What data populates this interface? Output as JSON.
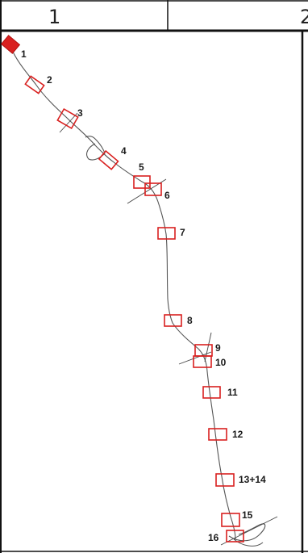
{
  "header": {
    "columns": [
      "1",
      "2"
    ]
  },
  "route": {
    "stops": [
      {
        "id": 1,
        "label": "1",
        "filled": true
      },
      {
        "id": 2,
        "label": "2"
      },
      {
        "id": 3,
        "label": "3"
      },
      {
        "id": 4,
        "label": "4"
      },
      {
        "id": 5,
        "label": "5"
      },
      {
        "id": 6,
        "label": "6"
      },
      {
        "id": 7,
        "label": "7"
      },
      {
        "id": 8,
        "label": "8"
      },
      {
        "id": 9,
        "label": "9"
      },
      {
        "id": 10,
        "label": "10"
      },
      {
        "id": 11,
        "label": "11"
      },
      {
        "id": 12,
        "label": "12"
      },
      {
        "id": 13,
        "label": "13+14"
      },
      {
        "id": 15,
        "label": "15"
      },
      {
        "id": 16,
        "label": "16"
      }
    ]
  },
  "colors": {
    "marker": "#d9201f",
    "line": "#555555",
    "frame": "#111111"
  }
}
